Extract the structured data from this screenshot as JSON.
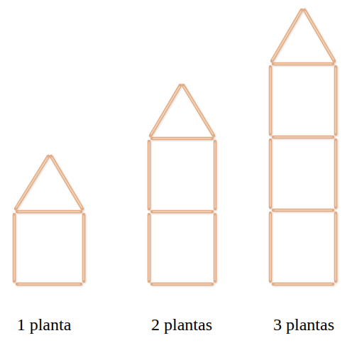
{
  "diagram": {
    "labels": [
      "1 planta",
      "2 plantas",
      "3 plantas"
    ]
  }
}
